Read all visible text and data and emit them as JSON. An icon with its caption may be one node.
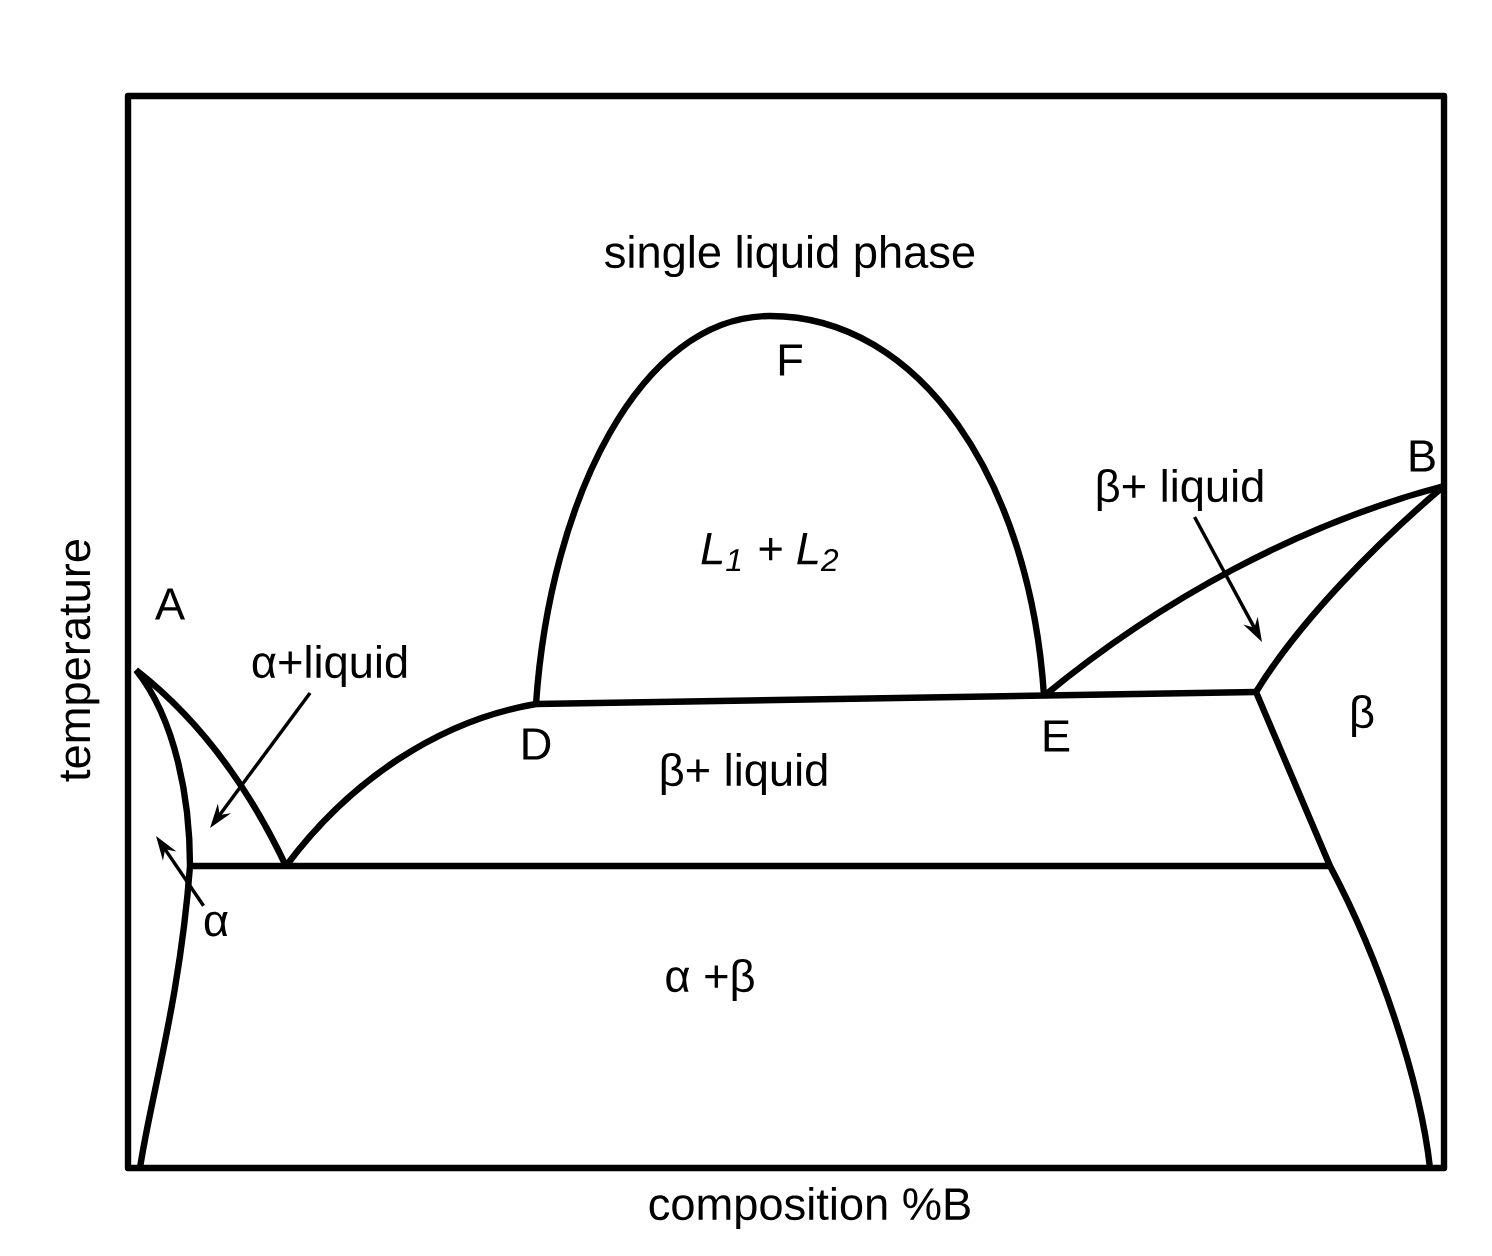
{
  "diagram": {
    "nodes": [
      {
        "text": [
          "α+liquid"
        ]
      },
      {
        "text": [
          "β+ liquid"
        ]
      },
      {
        "text": [
          "α"
        ]
      }
    ],
    "edges": [
      {
        "from": 0,
        "to": null,
        "arrow": "to"
      },
      {
        "from": 1,
        "to": null,
        "arrow": "to"
      },
      {
        "from": 2,
        "to": null,
        "arrow": "to"
      }
    ],
    "labels": [
      "single liquid phase",
      "F",
      "L$_{1}$ + L$_{2}$",
      "B",
      "A",
      "D",
      "E",
      "β",
      "β+ liquid",
      "α +β",
      "temperature",
      "composition %B"
    ]
  }
}
